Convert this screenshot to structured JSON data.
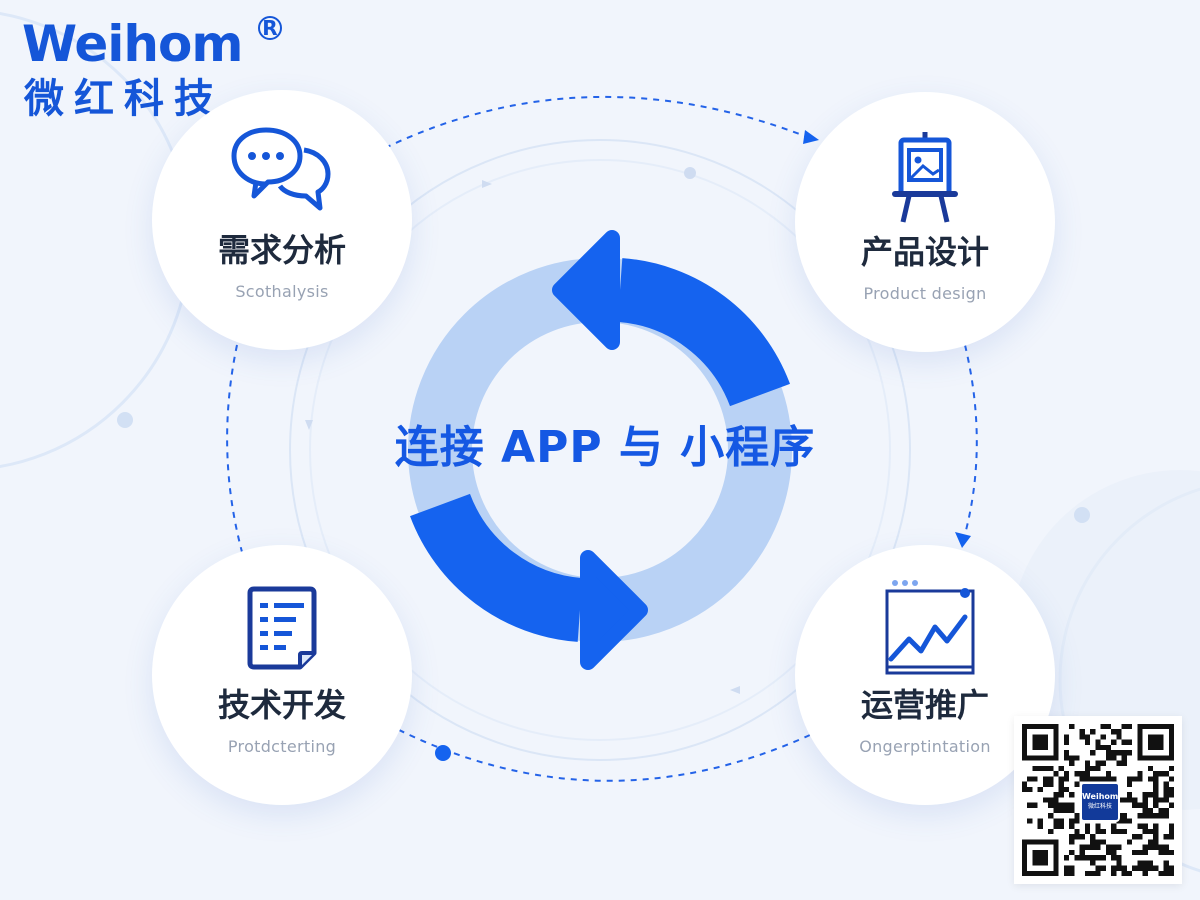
{
  "logo": {
    "wordmark": "Weihom",
    "registered": "R",
    "chinese": "微红科技"
  },
  "center": {
    "title": "连接  APP 与 小程序"
  },
  "nodes": [
    {
      "icon": "chat-bubbles-icon",
      "title": "需求分析",
      "subtitle": "Scothalysis"
    },
    {
      "icon": "design-easel-icon",
      "title": "产品设计",
      "subtitle": "Product design"
    },
    {
      "icon": "document-list-icon",
      "title": "技术开发",
      "subtitle": "Protdcterting"
    },
    {
      "icon": "growth-chart-icon",
      "title": "运营推广",
      "subtitle": "Ongerptintation"
    }
  ],
  "qr": {
    "logo_wordmark": "Weihom",
    "logo_chinese": "微红科技"
  },
  "colors": {
    "brand": "#1556d8",
    "arrow": "#1563ef",
    "ring": "#b9d2f5",
    "text": "#1e2a3d",
    "subtitle": "#98a2b3"
  }
}
